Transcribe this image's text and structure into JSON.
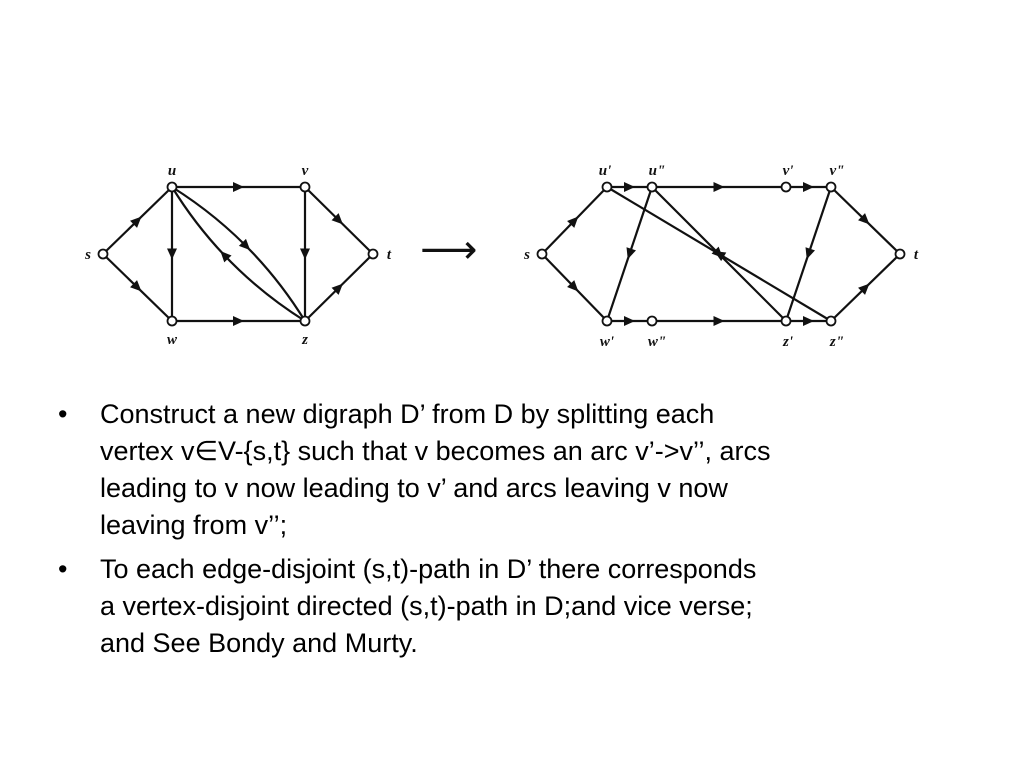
{
  "diagram": {
    "left_graph": {
      "vertex_labels": {
        "s": "s",
        "u": "u",
        "v": "v",
        "t": "t",
        "w": "w",
        "z": "z"
      }
    },
    "transform_arrow": "⟶",
    "right_graph": {
      "vertex_labels": {
        "s": "s",
        "u1": "u'",
        "u2": "u\"",
        "v1": "v'",
        "v2": "v\"",
        "t": "t",
        "w1": "w'",
        "w2": "w\"",
        "z1": "z'",
        "z2": "z\""
      }
    }
  },
  "bullets": [
    {
      "marker": "•",
      "lines": [
        "Construct a new digraph D’ from D by splitting each",
        "vertex v∈V-{s,t} such that v becomes an arc v’->v’’, arcs",
        "leading  to v now leading to v’ and arcs leaving v now",
        "leaving from v’’;"
      ]
    },
    {
      "marker": "•",
      "lines": [
        "To each edge-disjoint  (s,t)-path in D’ there corresponds",
        "a vertex-disjoint directed (s,t)-path in D;and vice verse;",
        "and See Bondy and Murty."
      ]
    }
  ]
}
